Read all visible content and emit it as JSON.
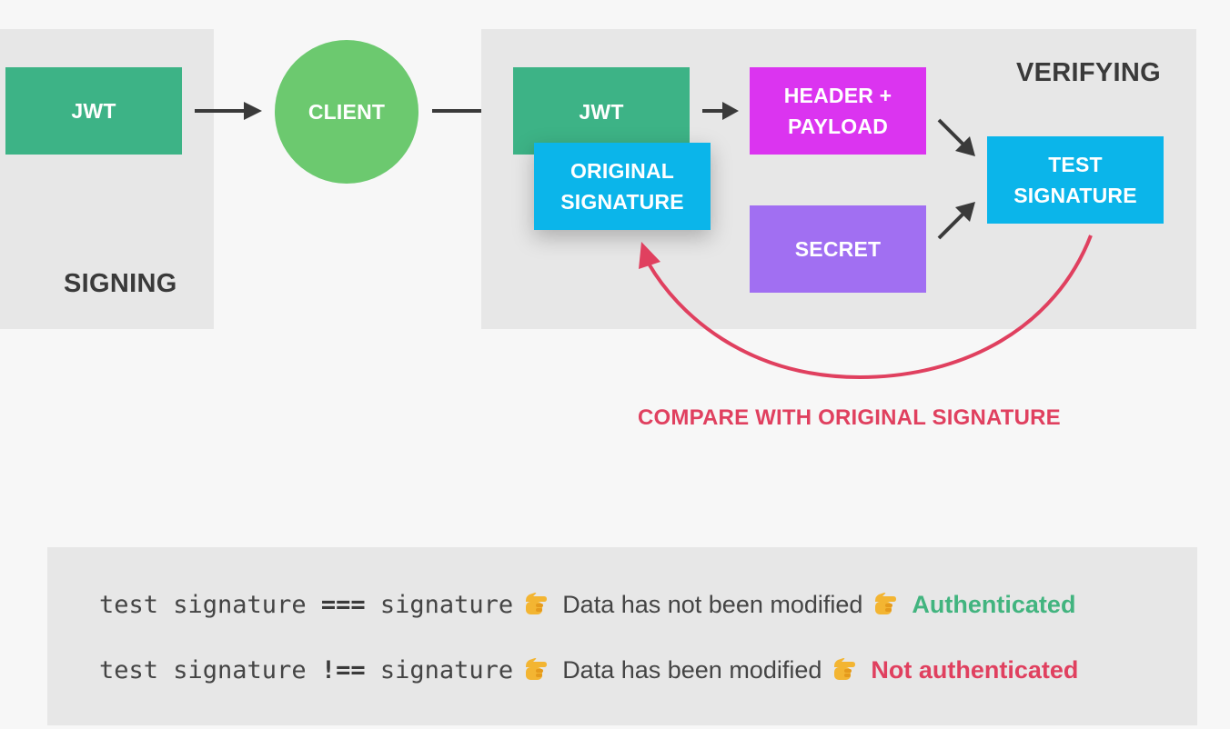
{
  "signing": {
    "label": "SIGNING",
    "jwt_label": "JWT"
  },
  "client": {
    "label": "CLIENT"
  },
  "verifying": {
    "label": "VERIFYING",
    "jwt_label": "JWT",
    "original_signature_label": "ORIGINAL\nSIGNATURE",
    "header_payload_label": "HEADER +\nPAYLOAD",
    "secret_label": "SECRET",
    "test_signature_label": "TEST\nSIGNATURE",
    "compare_label": "COMPARE WITH ORIGINAL SIGNATURE"
  },
  "rules": [
    {
      "code_left": "test signature ",
      "operator": "===",
      "code_right": " signature",
      "message": "Data has not been modified",
      "result": "Authenticated",
      "result_status": "success"
    },
    {
      "code_left": "test signature ",
      "operator": "!==",
      "code_right": " signature",
      "message": "Data has been modified",
      "result": "Not authenticated",
      "result_status": "failure"
    }
  ],
  "colors": {
    "jwt": "#3db386",
    "client": "#6cc96f",
    "signature": "#0bb5ea",
    "header_payload": "#db34f0",
    "secret": "#a16ff2",
    "compare": "#e0405f",
    "success": "#42b47f"
  },
  "icons": {
    "pointer": "backhand-index-pointing-right-icon"
  }
}
